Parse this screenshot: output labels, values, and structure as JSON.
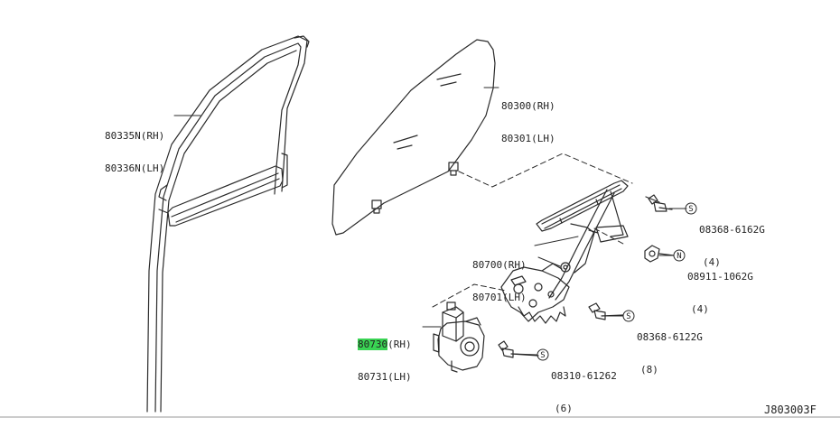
{
  "parts": {
    "door_sash": {
      "rh": "80335N(RH)",
      "lh": "80336N(LH)"
    },
    "door_glass": {
      "rh": "80300(RH)",
      "lh": "80301(LH)"
    },
    "window_regulator": {
      "rh": "80700(RH)",
      "lh": "80701(LH)"
    },
    "regulator_motor": {
      "rh_code": "80730",
      "rh_side": "(RH)",
      "lh": "80731(LH)"
    }
  },
  "fasteners": [
    {
      "symbol": "S",
      "code": "08368-6162G",
      "qty": "(4)"
    },
    {
      "symbol": "N",
      "code": "08911-1062G",
      "qty": "(4)"
    },
    {
      "symbol": "S",
      "code": "08368-6122G",
      "qty": "(8)"
    },
    {
      "symbol": "S",
      "code": "08310-61262",
      "qty": "(6)"
    }
  ],
  "diagram_ref": "J803003F",
  "colors": {
    "line": "#2a2a2a",
    "highlight": "#39d353",
    "background": "#ffffff"
  }
}
